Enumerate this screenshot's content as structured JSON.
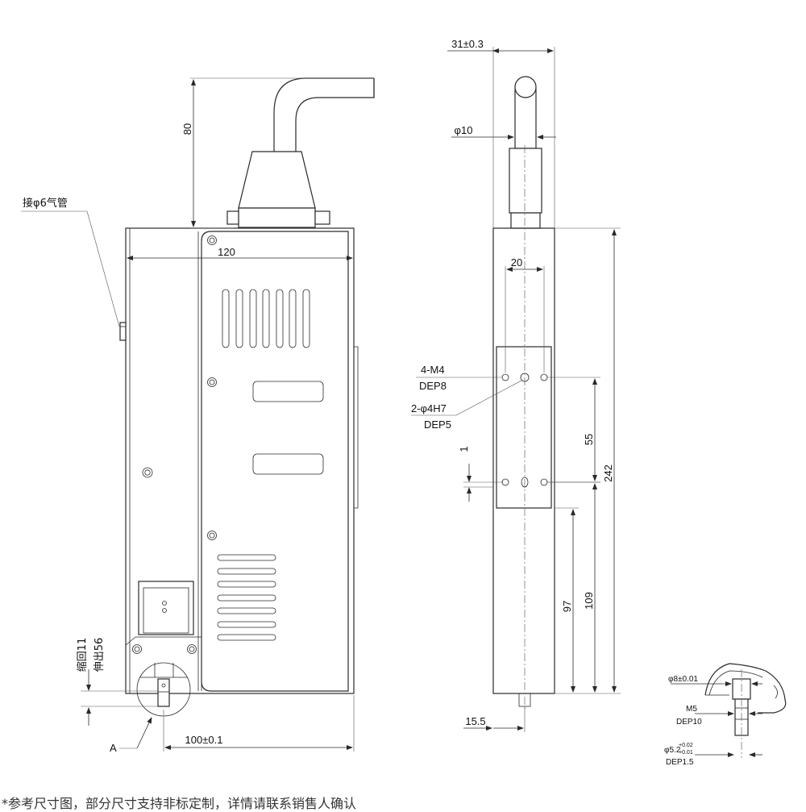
{
  "front_view": {
    "height_label": "80",
    "width_label": "120",
    "air_pipe_label": "接φ6气管",
    "retract_label": "缩回11",
    "extend_label": "伸出56",
    "section_marker": "A",
    "offset_label": "100±0.1"
  },
  "side_view": {
    "width_label": "31±0.3",
    "diameter_label": "φ10",
    "spacing_label": "20",
    "tapped_holes_label": "4-M4",
    "tapped_depth_label": "DEP8",
    "pin_holes_label": "2-φ4H7",
    "pin_depth_label": "DEP5",
    "offset_1_label": "1",
    "pitch_label": "55",
    "total_height_label": "242",
    "lower_label_1": "97",
    "lower_label_2": "109",
    "bottom_offset_label": "15.5"
  },
  "detail_view": {
    "bore_label": "φ8±0.01",
    "thread_label": "M5",
    "thread_depth_label": "DEP10",
    "pin_label": "φ5.2",
    "tol_upper": "+0.02",
    "tol_lower": "+0.01",
    "pin_depth_label": "DEP1.5"
  },
  "caption": "*参考尺寸图，部分尺寸支持非标定制，详情请联系销售人确认"
}
